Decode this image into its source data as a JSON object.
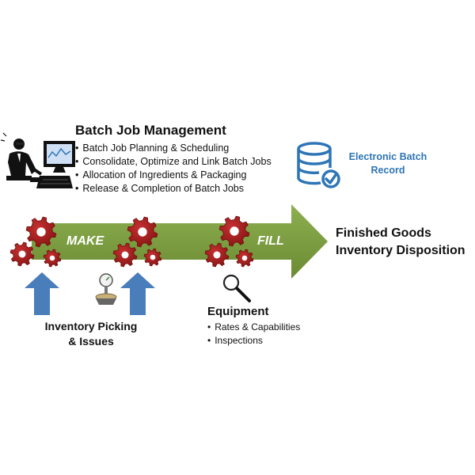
{
  "batch_job": {
    "title": "Batch Job Management",
    "bullets": [
      "Batch Job Planning & Scheduling",
      "Consolidate, Optimize and Link Batch Jobs",
      "Allocation of Ingredients & Packaging",
      "Release & Completion of Batch Jobs"
    ]
  },
  "ebr": {
    "line1": "Electronic Batch",
    "line2": "Record"
  },
  "flow": {
    "make_label": "MAKE",
    "fill_label": "FILL"
  },
  "finished": {
    "line1": "Finished Goods",
    "line2": "Inventory Disposition"
  },
  "inventory": {
    "line1": "Inventory Picking",
    "line2": "& Issues"
  },
  "equipment": {
    "title": "Equipment",
    "bullets": [
      "Rates & Capabilities",
      "Inspections"
    ]
  },
  "colors": {
    "arrow": "#77933c",
    "gear": "#a01c1c",
    "up_arrow": "#4a7ebb",
    "ebr": "#2e75b6"
  }
}
